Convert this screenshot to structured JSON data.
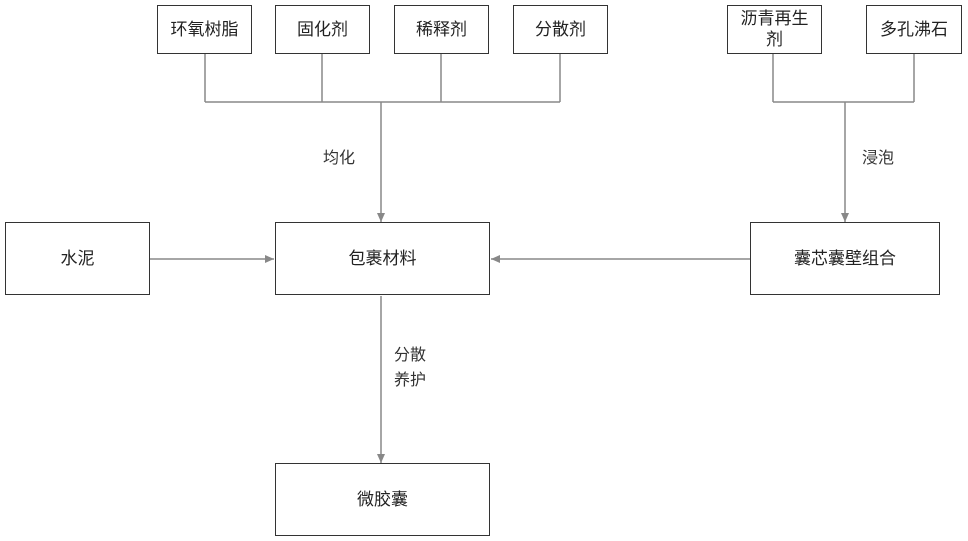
{
  "diagram": {
    "nodes": {
      "epoxy": "环氧树脂",
      "curing_agent": "固化剂",
      "diluent": "稀释剂",
      "dispersant": "分散剂",
      "rejuvenator": "沥青再生剂",
      "porous_zeolite": "多孔沸石",
      "cement": "水泥",
      "coating_material": "包裹材料",
      "core_wall": "囊芯囊壁组合",
      "microcapsule": "微胶囊"
    },
    "edge_labels": {
      "homogenize": "均化",
      "soak": "浸泡",
      "disperse": "分散",
      "cure": "养护"
    },
    "colors": {
      "line": "#888888",
      "border": "#333333"
    }
  }
}
